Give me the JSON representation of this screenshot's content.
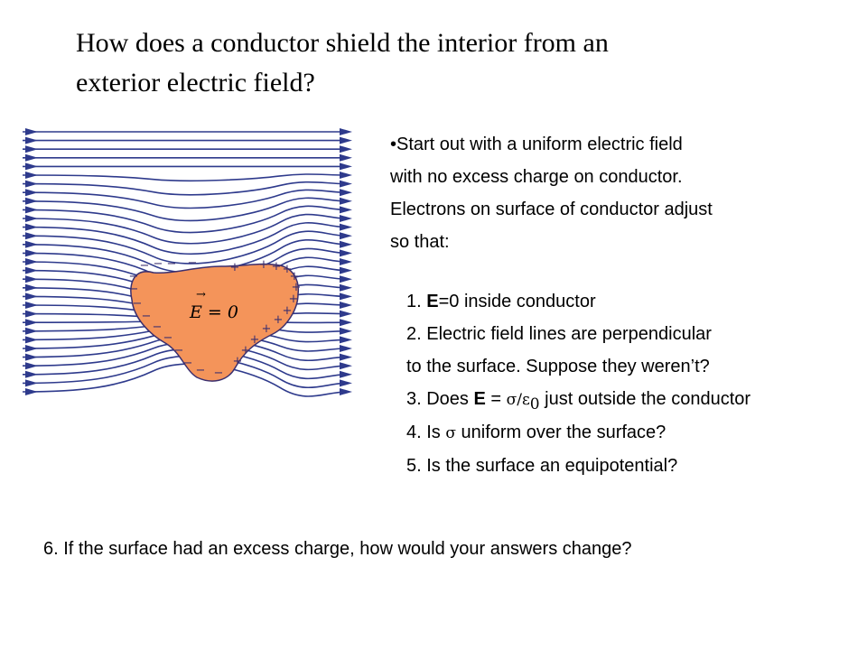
{
  "title": {
    "line1": "How does a conductor shield the interior from an",
    "line2": "exterior electric field?"
  },
  "figure": {
    "label": "E = 0",
    "arrow_symbol": "→",
    "colors": {
      "field_line": "#2e3a8c",
      "conductor": "#f4945a",
      "outline": "#3b2f6e"
    },
    "minus_sign": "−",
    "plus_sign": "+"
  },
  "intro": {
    "line1": "•Start out with a uniform electric field",
    "line2": "with no excess charge on conductor.",
    "line3": "Electrons on surface of conductor adjust",
    "line4": "so that:"
  },
  "list": {
    "item1_prefix": "1. ",
    "item1_bold": "E",
    "item1_suffix": "=0 inside conductor",
    "item2_line1": "2. Electric field lines are perpendicular",
    "item2_line2": "to the surface. Suppose they weren’t?",
    "item3_prefix": "3. Does ",
    "item3_bold": "E",
    "item3_eq": " = ",
    "item3_sigma": "σ/ε",
    "item3_sub": "0",
    "item3_suffix": " just outside the conductor",
    "item4_prefix": "4. Is ",
    "item4_sigma": "σ",
    "item4_suffix": " uniform over the surface?",
    "item5": "5. Is the surface an equipotential?"
  },
  "question6": "6. If the surface had an excess charge, how would your answers change?"
}
